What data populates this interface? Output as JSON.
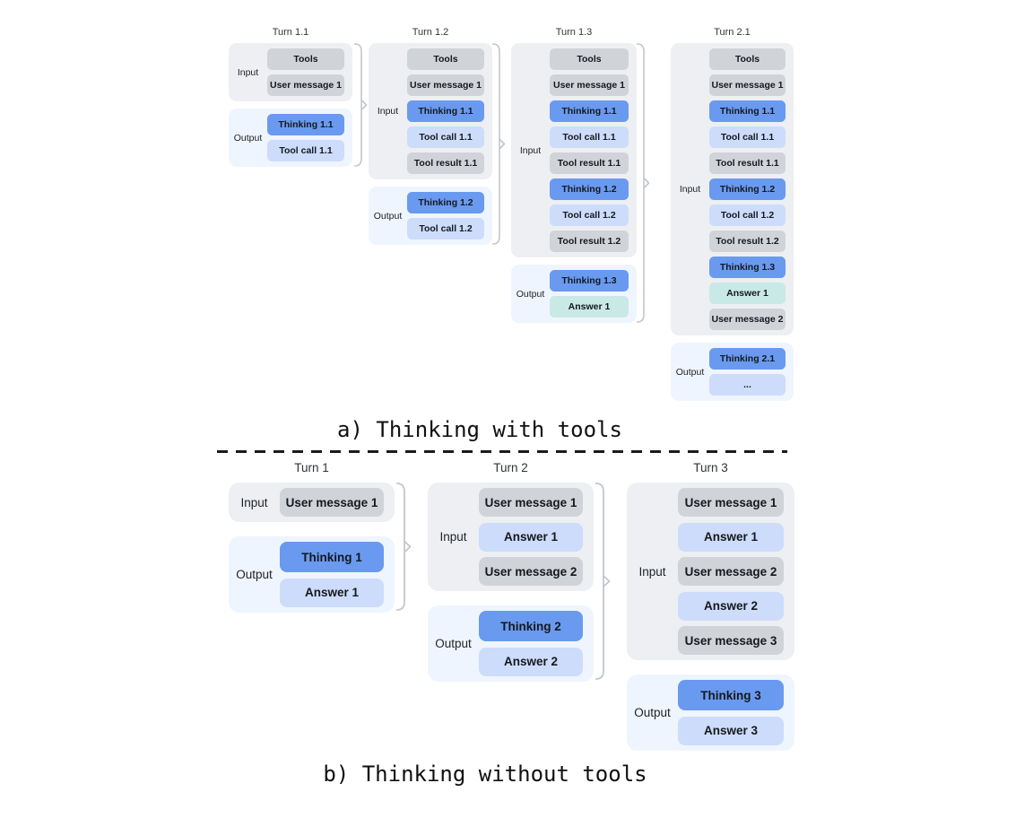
{
  "palette": {
    "page-bg": "#ffffff",
    "input-group-bg": "#edeff2",
    "output-group-bg": "#eff5fe",
    "context-box-bg": "#d0d4d9",
    "thinking-box-bg": "#699af0",
    "assistant-box-bg": "#cddcfb",
    "final-answer-box-bg": "#c9e9e6",
    "box-text": "#15181d",
    "label-text": "#1d2126",
    "title-text": "#303438",
    "connector": "#c2c7cd",
    "caption-text": "#101010",
    "divider": "#1b1b1b"
  },
  "section_a": {
    "caption": "a) Thinking with tools",
    "labels": {
      "input": "Input",
      "output": "Output"
    },
    "turns": [
      {
        "title": "Turn 1.1",
        "input": [
          {
            "label": "Tools",
            "type": "context"
          },
          {
            "label": "User message 1",
            "type": "context"
          }
        ],
        "output": [
          {
            "label": "Thinking 1.1",
            "type": "thinking"
          },
          {
            "label": "Tool call 1.1",
            "type": "assistant"
          }
        ]
      },
      {
        "title": "Turn 1.2",
        "input": [
          {
            "label": "Tools",
            "type": "context"
          },
          {
            "label": "User message 1",
            "type": "context"
          },
          {
            "label": "Thinking 1.1",
            "type": "thinking"
          },
          {
            "label": "Tool call 1.1",
            "type": "assistant"
          },
          {
            "label": "Tool result 1.1",
            "type": "context"
          }
        ],
        "output": [
          {
            "label": "Thinking 1.2",
            "type": "thinking"
          },
          {
            "label": "Tool call 1.2",
            "type": "assistant"
          }
        ]
      },
      {
        "title": "Turn 1.3",
        "input": [
          {
            "label": "Tools",
            "type": "context"
          },
          {
            "label": "User message 1",
            "type": "context"
          },
          {
            "label": "Thinking 1.1",
            "type": "thinking"
          },
          {
            "label": "Tool call 1.1",
            "type": "assistant"
          },
          {
            "label": "Tool result 1.1",
            "type": "context"
          },
          {
            "label": "Thinking 1.2",
            "type": "thinking"
          },
          {
            "label": "Tool call 1.2",
            "type": "assistant"
          },
          {
            "label": "Tool result 1.2",
            "type": "context"
          }
        ],
        "output": [
          {
            "label": "Thinking 1.3",
            "type": "thinking"
          },
          {
            "label": "Answer 1",
            "type": "final"
          }
        ]
      },
      {
        "title": "Turn 2.1",
        "input": [
          {
            "label": "Tools",
            "type": "context"
          },
          {
            "label": "User message 1",
            "type": "context"
          },
          {
            "label": "Thinking 1.1",
            "type": "thinking"
          },
          {
            "label": "Tool call 1.1",
            "type": "assistant"
          },
          {
            "label": "Tool result 1.1",
            "type": "context"
          },
          {
            "label": "Thinking 1.2",
            "type": "thinking"
          },
          {
            "label": "Tool call 1.2",
            "type": "assistant"
          },
          {
            "label": "Tool result 1.2",
            "type": "context"
          },
          {
            "label": "Thinking 1.3",
            "type": "thinking"
          },
          {
            "label": "Answer 1",
            "type": "final"
          },
          {
            "label": "User message 2",
            "type": "context"
          }
        ],
        "output": [
          {
            "label": "Thinking 2.1",
            "type": "thinking"
          },
          {
            "label": "...",
            "type": "assistant"
          }
        ]
      }
    ]
  },
  "section_b": {
    "caption": "b) Thinking without tools",
    "labels": {
      "input": "Input",
      "output": "Output"
    },
    "turns": [
      {
        "title": "Turn 1",
        "input": [
          {
            "label": "User message 1",
            "type": "context"
          }
        ],
        "output": [
          {
            "label": "Thinking 1",
            "type": "thinking"
          },
          {
            "label": "Answer 1",
            "type": "assistant"
          }
        ]
      },
      {
        "title": "Turn 2",
        "input": [
          {
            "label": "User message 1",
            "type": "context"
          },
          {
            "label": "Answer 1",
            "type": "assistant"
          },
          {
            "label": "User message 2",
            "type": "context"
          }
        ],
        "output": [
          {
            "label": "Thinking 2",
            "type": "thinking"
          },
          {
            "label": "Answer 2",
            "type": "assistant"
          }
        ]
      },
      {
        "title": "Turn 3",
        "input": [
          {
            "label": "User message 1",
            "type": "context"
          },
          {
            "label": "Answer 1",
            "type": "assistant"
          },
          {
            "label": "User message 2",
            "type": "context"
          },
          {
            "label": "Answer 2",
            "type": "assistant"
          },
          {
            "label": "User message 3",
            "type": "context"
          }
        ],
        "output": [
          {
            "label": "Thinking 3",
            "type": "thinking"
          },
          {
            "label": "Answer 3",
            "type": "assistant"
          }
        ]
      }
    ]
  }
}
